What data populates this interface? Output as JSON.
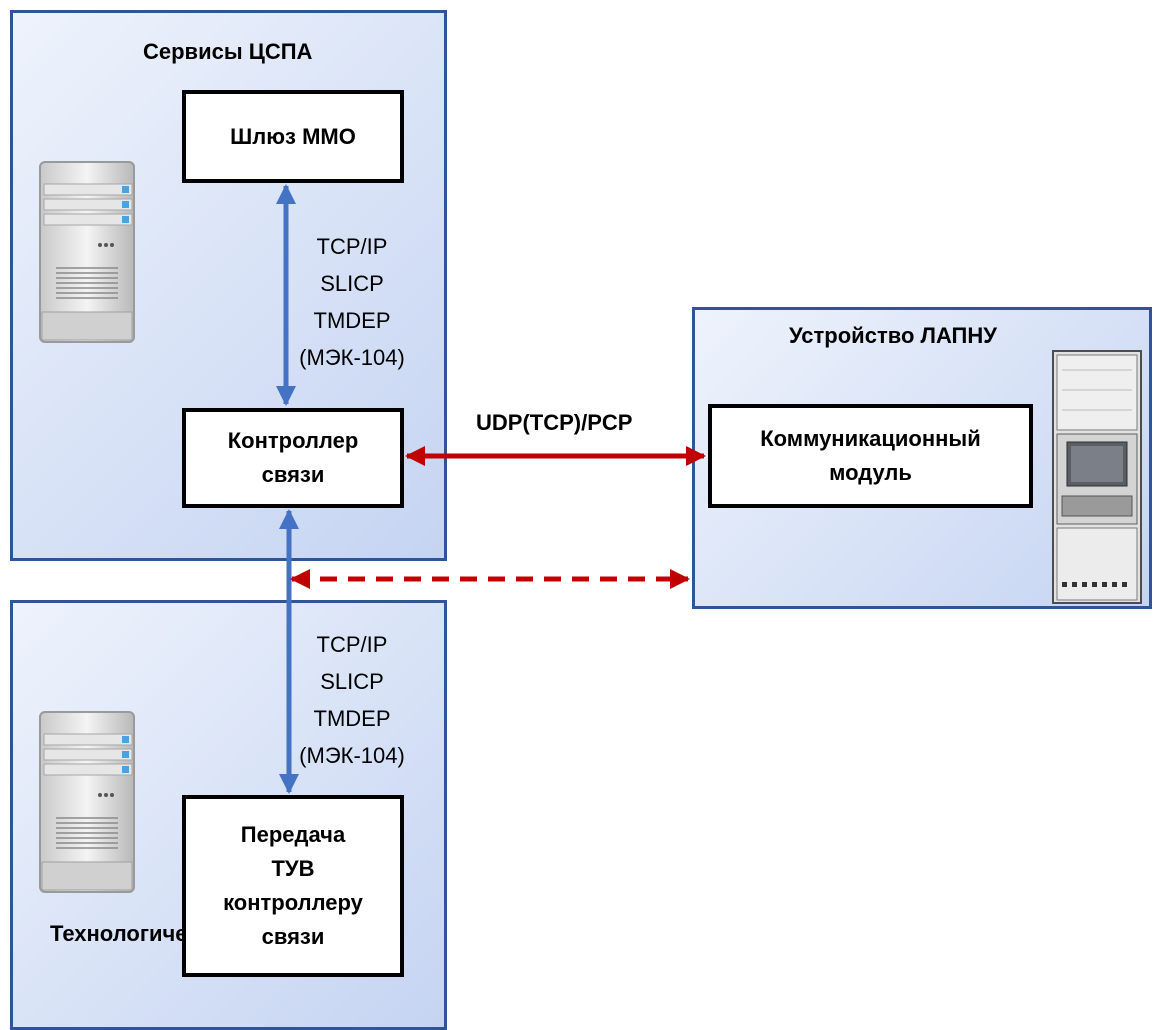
{
  "panels": {
    "services": {
      "title": "Сервисы ЦСПА"
    },
    "tech": {
      "title": "Технологический цикл"
    },
    "device": {
      "title": "Устройство ЛАПНУ"
    }
  },
  "boxes": {
    "gateway": "Шлюз ММО",
    "controller": "Контроллер\nсвязи",
    "transfer": "Передача\nТУВ\nконтроллеру\nсвязи",
    "comm_module": "Коммуникационный\nмодуль"
  },
  "links": {
    "protocols_upper": "TCP/IP\nSLICP\nTMDEP\n(МЭК-104)",
    "protocols_lower": "TCP/IP\nSLICP\nTMDEP\n(МЭК-104)",
    "udp_label": "UDP(TCP)/PCP"
  },
  "icons": {
    "server_upper": "server-tower-icon",
    "server_lower": "server-tower-icon",
    "cabinet": "equipment-rack-icon"
  },
  "colors": {
    "panel_border": "#2f5597",
    "blue_arrow": "#4472c4",
    "red_arrow": "#c00000"
  }
}
